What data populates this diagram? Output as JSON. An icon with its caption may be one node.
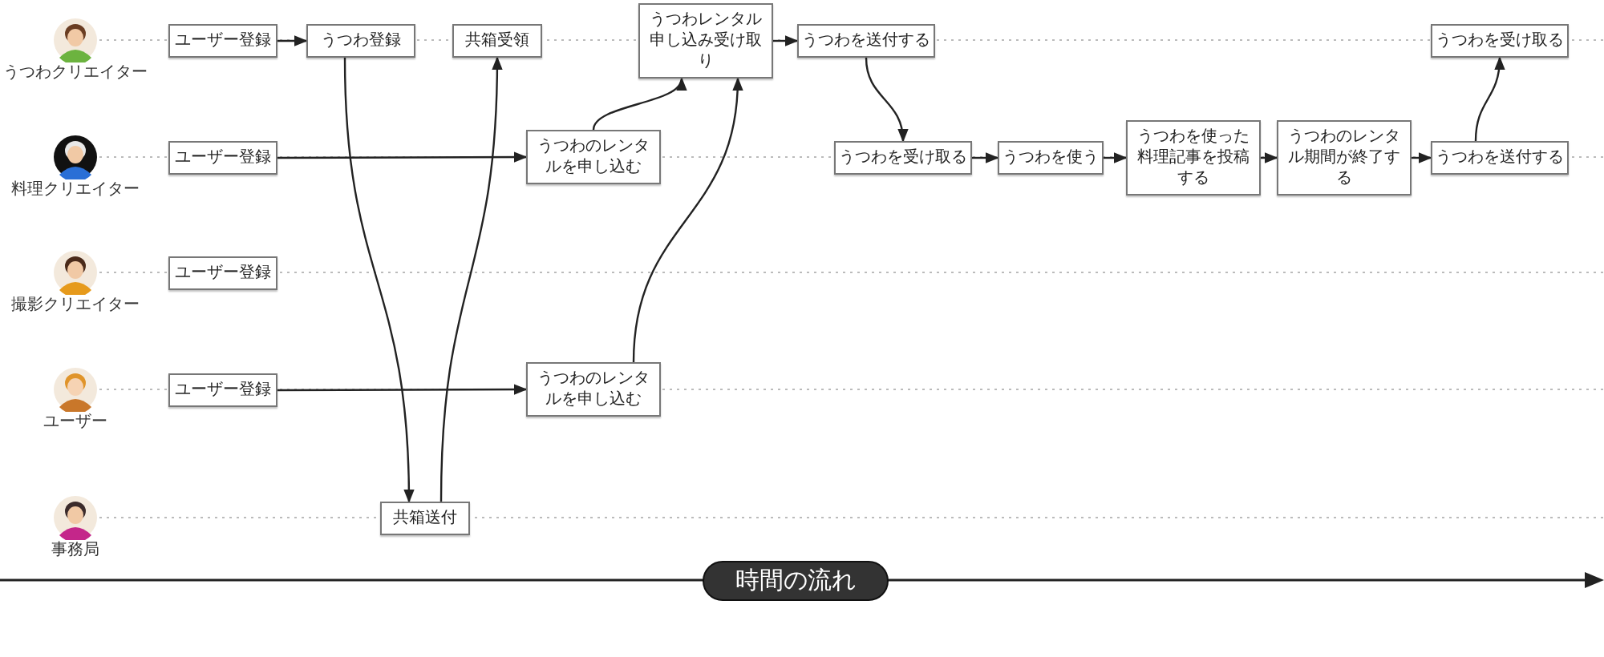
{
  "diagram": {
    "nodes": [
      {
        "text": [
          "うつわクリエイター"
        ]
      },
      {
        "text": [
          "料理クリエイター"
        ]
      },
      {
        "text": [
          "撮影クリエイター"
        ]
      },
      {
        "text": [
          "ユーザー"
        ]
      },
      {
        "text": [
          "事務局"
        ]
      },
      {
        "text": [
          "ユーザー登録"
        ]
      },
      {
        "text": [
          "うつわ登録"
        ]
      },
      {
        "text": [
          "共箱受領"
        ]
      },
      {
        "text": [
          "うつわレンタル申し込み受け取り"
        ]
      },
      {
        "text": [
          "うつわを送付する"
        ]
      },
      {
        "text": [
          "うつわを受け取る"
        ]
      },
      {
        "text": [
          "ユーザー登録"
        ]
      },
      {
        "text": [
          "うつわのレンタルを申し込む"
        ]
      },
      {
        "text": [
          "うつわを受け取る"
        ]
      },
      {
        "text": [
          "うつわを使う"
        ]
      },
      {
        "text": [
          "うつわを使った料理記事を投稿する"
        ]
      },
      {
        "text": [
          "うつわのレンタル期間が終了する"
        ]
      },
      {
        "text": [
          "うつわを送付する"
        ]
      },
      {
        "text": [
          "ユーザー登録"
        ]
      },
      {
        "text": [
          "ユーザー登録"
        ]
      },
      {
        "text": [
          "うつわのレンタルを申し込む"
        ]
      },
      {
        "text": [
          "共箱送付"
        ]
      }
    ],
    "edges": [
      {
        "from": 5,
        "to": 6,
        "arrow": "to"
      },
      {
        "from": 6,
        "to": 21,
        "arrow": "to"
      },
      {
        "from": 21,
        "to": 7,
        "arrow": "to"
      },
      {
        "from": 11,
        "to": 12,
        "arrow": "to"
      },
      {
        "from": 12,
        "to": 8,
        "arrow": "to"
      },
      {
        "from": 20,
        "to": 8,
        "arrow": "to"
      },
      {
        "from": 19,
        "to": 20,
        "arrow": "to"
      },
      {
        "from": 8,
        "to": 9,
        "arrow": "to"
      },
      {
        "from": 9,
        "to": 13,
        "arrow": "to"
      },
      {
        "from": 13,
        "to": 14,
        "arrow": "to"
      },
      {
        "from": 14,
        "to": 15,
        "arrow": "to"
      },
      {
        "from": 15,
        "to": 16,
        "arrow": "to"
      },
      {
        "from": 16,
        "to": 17,
        "arrow": "to"
      },
      {
        "from": 17,
        "to": 10,
        "arrow": "to"
      }
    ],
    "labels": [
      "時間の流れ"
    ]
  }
}
